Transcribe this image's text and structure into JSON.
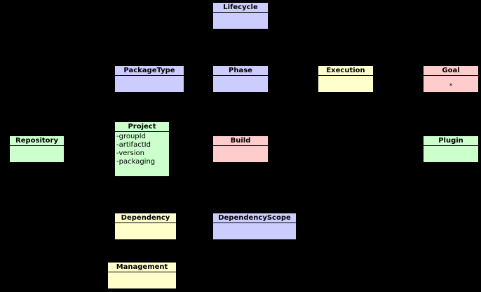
{
  "colors": {
    "background": "#000000",
    "blue": "#ccccff",
    "yellow": "#ffffcc",
    "red": "#ffcccc",
    "green": "#ccffcc"
  },
  "classes": {
    "lifecycle": {
      "name": "Lifecycle"
    },
    "packagetype": {
      "name": "PackageType"
    },
    "phase": {
      "name": "Phase"
    },
    "execution": {
      "name": "Execution"
    },
    "goal": {
      "name": "Goal",
      "multiplicity": "*"
    },
    "repository": {
      "name": "Repository"
    },
    "project": {
      "name": "Project",
      "attributes": [
        "-groupId",
        "-artifactId",
        "-version",
        "-packaging"
      ]
    },
    "build": {
      "name": "Build"
    },
    "plugin": {
      "name": "Plugin"
    },
    "dependency": {
      "name": "Dependency"
    },
    "dependencyscope": {
      "name": "DependencyScope"
    },
    "management": {
      "name": "Management"
    }
  }
}
